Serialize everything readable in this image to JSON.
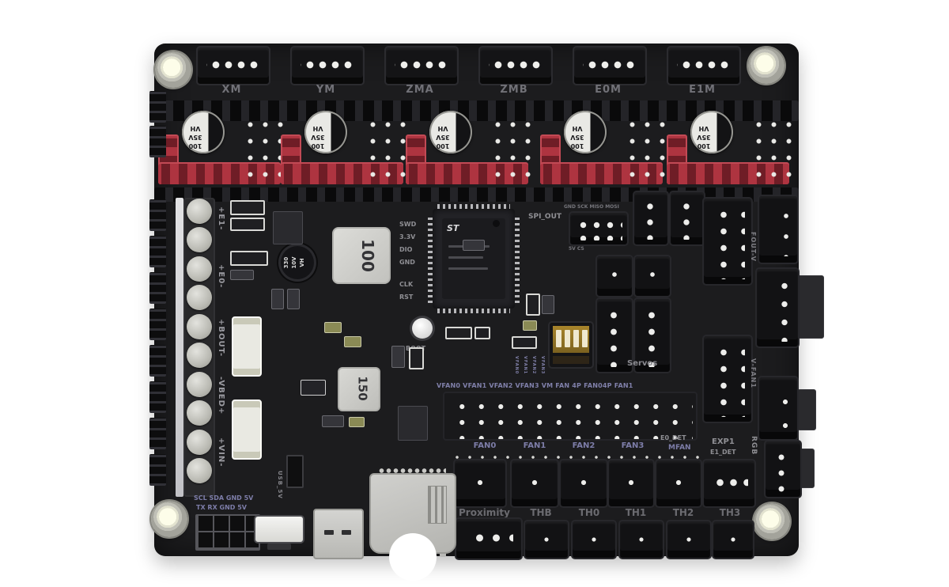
{
  "motors": [
    "XM",
    "YM",
    "ZMA",
    "ZMB",
    "E0M",
    "E1M"
  ],
  "cap_lines": [
    "100",
    "35V",
    "VH"
  ],
  "cap330_lines": [
    "330",
    "10V",
    "VH"
  ],
  "terminals": [
    "+E1-",
    "+E0-",
    "+BOUT-",
    "-VBED+",
    "+VIN-"
  ],
  "inductor_big": "100",
  "inductor_small": "150",
  "chip_logo": "ST",
  "swd": [
    "SWD",
    "3.3V",
    "DIO",
    "GND",
    "CLK",
    "RST"
  ],
  "boot": "BOOT",
  "spi": {
    "title": "SPI_OUT",
    "pins": "GND SCK MISO MOSI",
    "v": "5V CS"
  },
  "servos": "Servos",
  "jumper_row": "VFAN0 VFAN1 VFAN2 VFAN3 VM FAN 4P FAN04P FAN1",
  "vfan_jumpers": [
    "VFAN0",
    "VFAN1",
    "VFAN2",
    "VFAN3"
  ],
  "right_labels": {
    "fout": "FOUT-V",
    "vfan1": "V-FAN1",
    "rgb": "RGB"
  },
  "fans": [
    "FAN0",
    "FAN1",
    "FAN2",
    "FAN3"
  ],
  "e0_det": "E0_DET",
  "mfan": "MFAN",
  "exp1": "EXP1",
  "e1_det": "E1_DET",
  "th": [
    "Proximity",
    "THB",
    "TH0",
    "TH1",
    "TH2",
    "TH3"
  ],
  "bottom_left_rows": [
    "SCL SDA GND 5V",
    "TX RX GND 5V"
  ],
  "usb_5v": "USB_5V",
  "colors": {
    "board": "#1c1c1e",
    "socket_red": "#ae3440",
    "silk_blue": "#7d7da8",
    "silk_gray": "#8f8f94",
    "silver": "#c9c9c6"
  }
}
